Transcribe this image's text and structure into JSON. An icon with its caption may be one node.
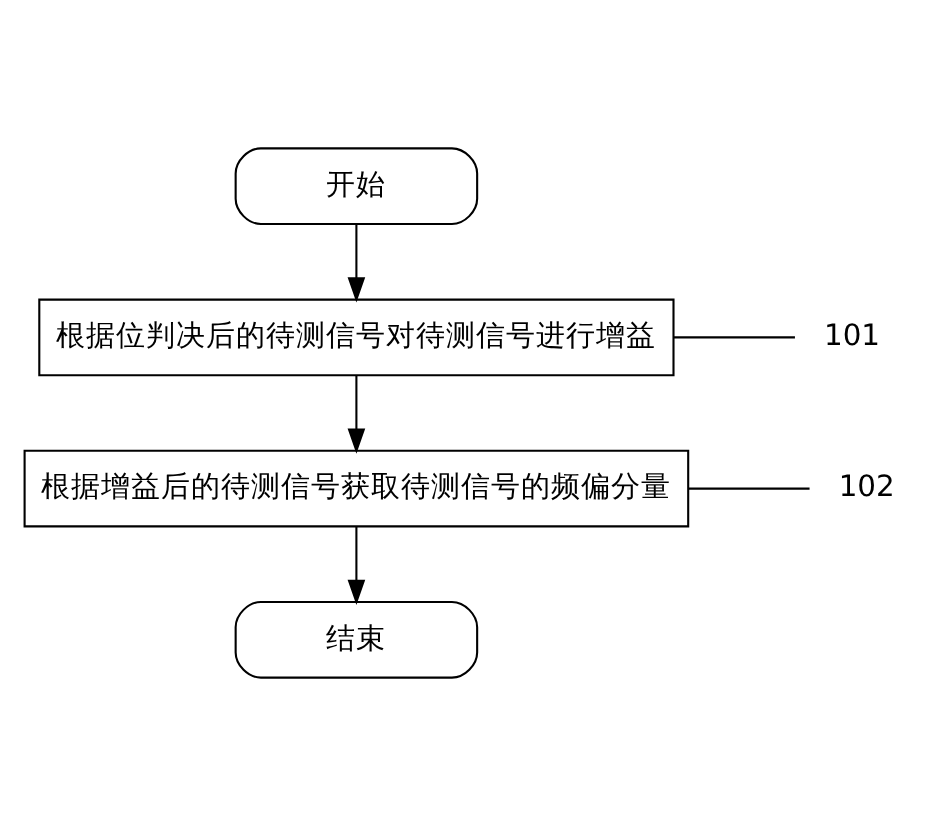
{
  "diagram": {
    "nodes": [
      {
        "text": [
          "开始"
        ]
      },
      {
        "text": [
          "根据位判决后的待测信号对待测信号进行增益"
        ]
      },
      {
        "text": [
          "101"
        ]
      },
      {
        "text": [
          "根据增益后的待测信号获取待测信号的频偏分量"
        ]
      },
      {
        "text": [
          "102"
        ]
      },
      {
        "text": [
          "结束"
        ]
      }
    ],
    "edges": [
      {
        "from": 0,
        "to": 1,
        "arrow": "to"
      },
      {
        "from": 1,
        "to": 3,
        "arrow": "to"
      },
      {
        "from": 3,
        "to": 5,
        "arrow": "to"
      },
      {
        "from": 2,
        "to": 1,
        "arrow": "none"
      },
      {
        "from": 4,
        "to": 3,
        "arrow": "none"
      }
    ]
  }
}
